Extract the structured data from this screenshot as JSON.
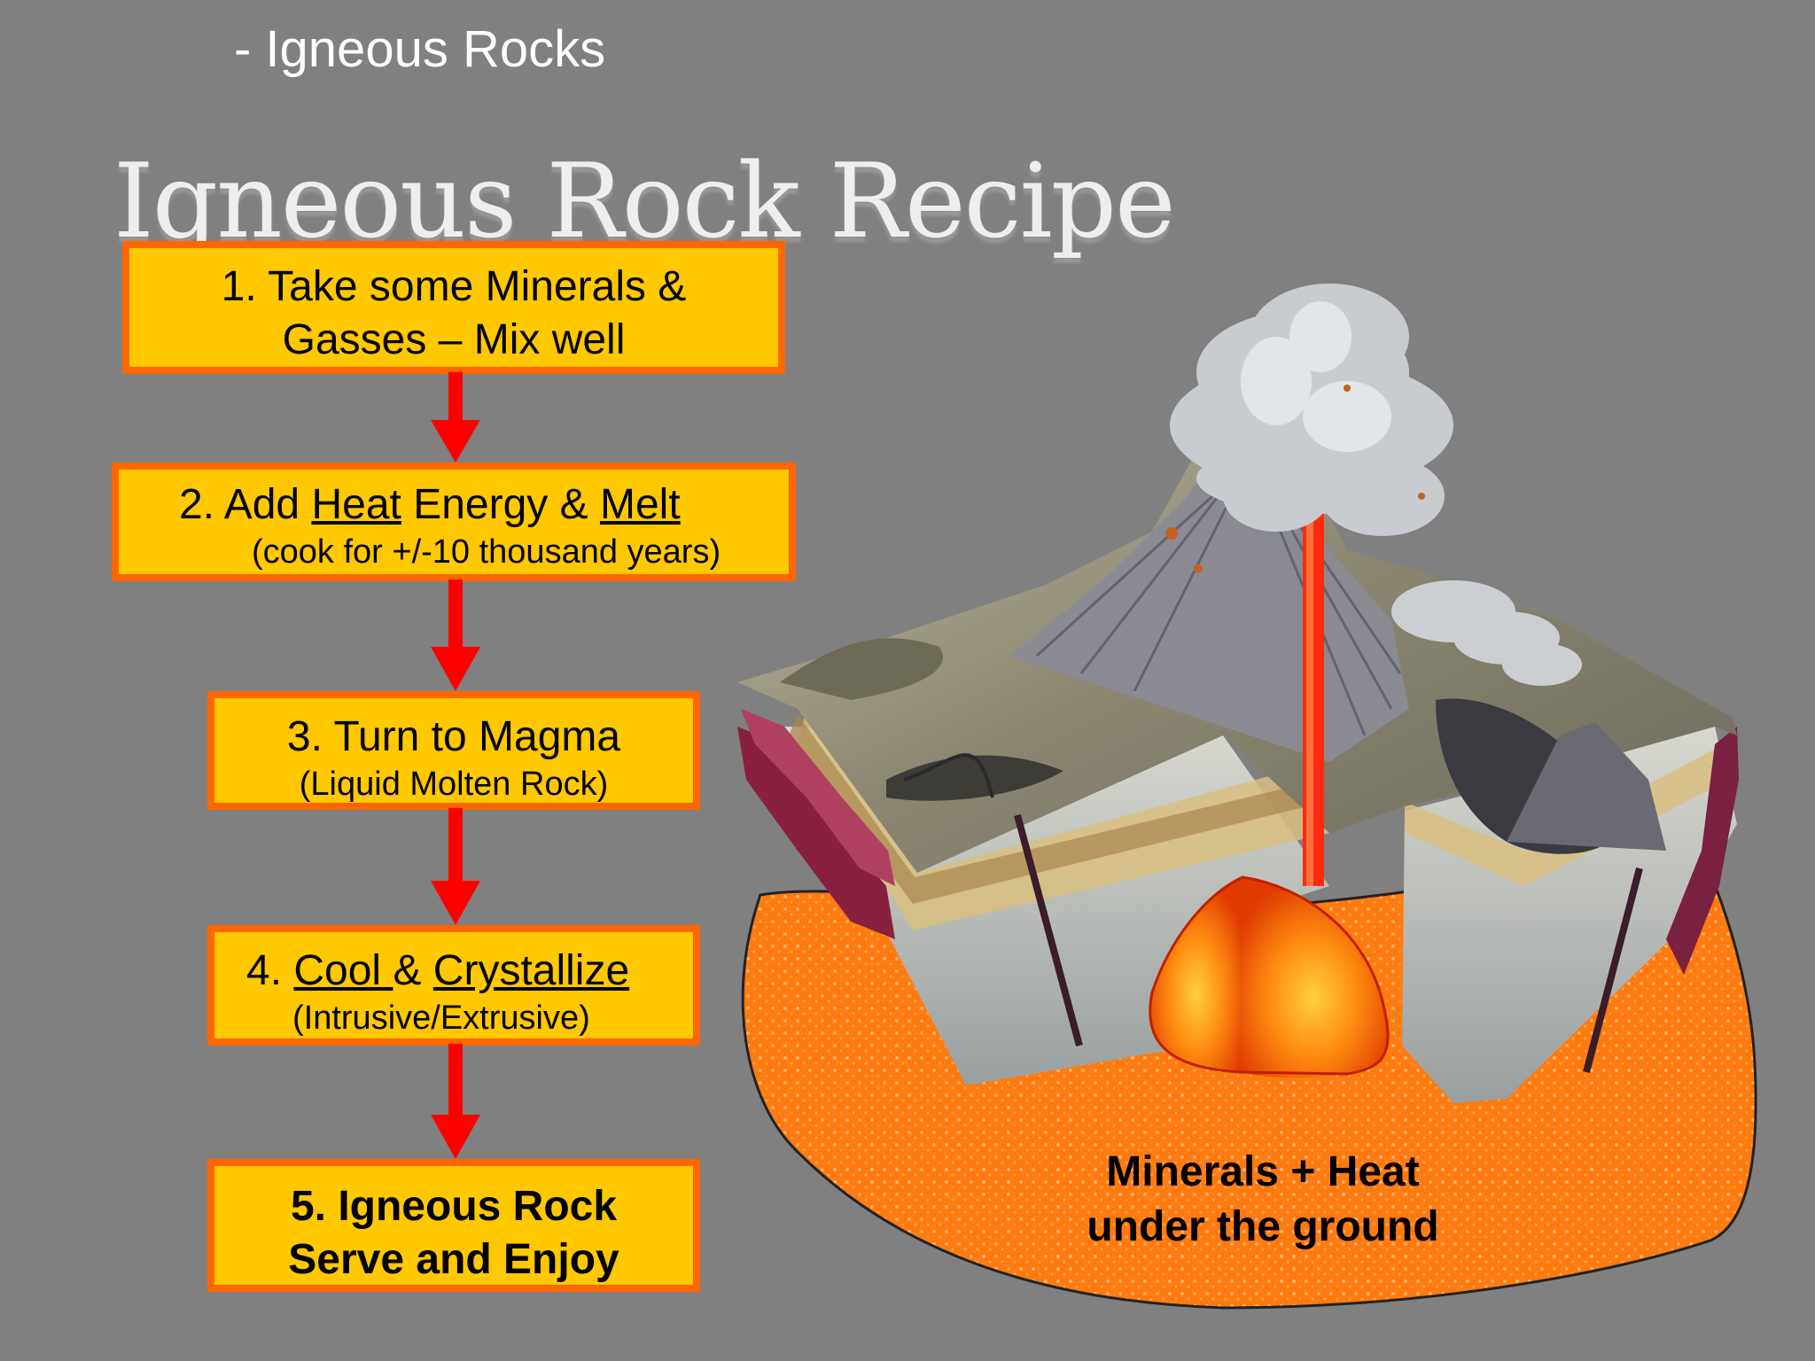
{
  "header": {
    "subtitle": "- Igneous Rocks",
    "title": "Igneous Rock Recipe"
  },
  "steps": [
    {
      "line1": "1.  Take some Minerals &",
      "line2": "Gasses – Mix well"
    },
    {
      "prefix": "2.  Add ",
      "heat": "Heat",
      "middle": " Energy & ",
      "melt": "Melt",
      "sub": "(cook for +/-10 thousand years)"
    },
    {
      "main": "3.  Turn to Magma",
      "sub": "(Liquid Molten Rock)"
    },
    {
      "prefix": "4.  ",
      "cool": "Cool ",
      "middle": "& ",
      "crystallize": "Crystallize",
      "sub": "(Intrusive/Extrusive)"
    },
    {
      "line1": "5.  Igneous Rock",
      "line2": "Serve and Enjoy"
    }
  ],
  "caption": "Minerals + Heat under the ground",
  "colors": {
    "background": "#808080",
    "box_fill": "#ffc800",
    "box_border": "#ff6600",
    "arrow": "#ff0000",
    "magma": "#ff7a10"
  }
}
